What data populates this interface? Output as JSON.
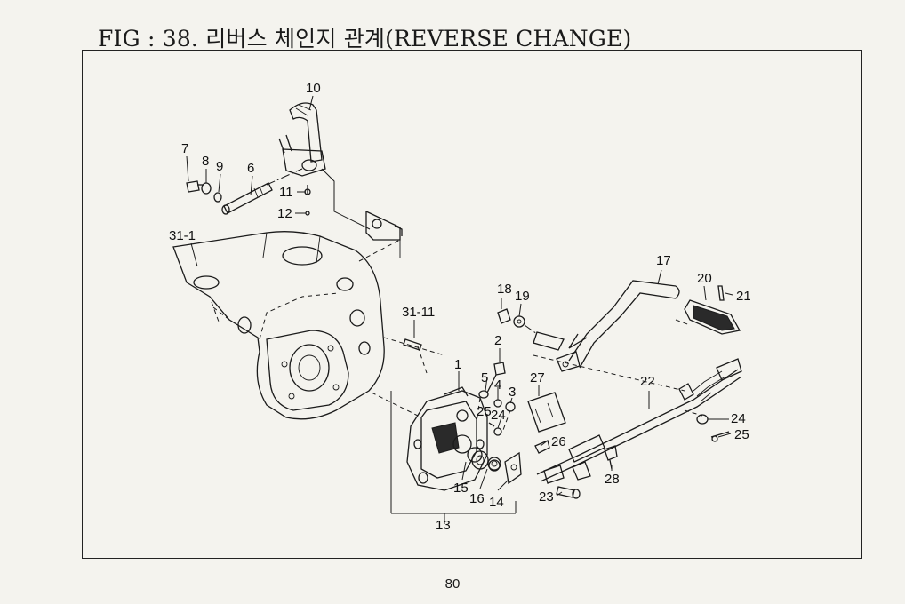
{
  "title": "FIG : 38. 리버스 체인지 관계(REVERSE CHANGE)",
  "page_number": "80",
  "callouts": {
    "c1": "1",
    "c2": "2",
    "c3": "3",
    "c4": "4",
    "c5": "5",
    "c6": "6",
    "c7": "7",
    "c8": "8",
    "c9": "9",
    "c10": "10",
    "c11": "11",
    "c12": "12",
    "c13": "13",
    "c14": "14",
    "c15": "15",
    "c16": "16",
    "c17": "17",
    "c18": "18",
    "c19": "19",
    "c20": "20",
    "c21": "21",
    "c22": "22",
    "c23": "23",
    "c24a": "24",
    "c24b": "24",
    "c25a": "25",
    "c25b": "25",
    "c26": "26",
    "c27": "27",
    "c28": "28",
    "c31_1": "31-1",
    "c31_11": "31-11"
  }
}
